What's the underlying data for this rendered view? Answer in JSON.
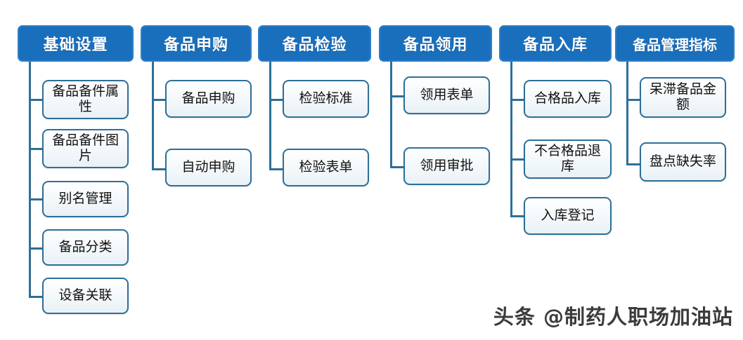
{
  "diagram": {
    "type": "org-tree",
    "orientation": "horizontal-columns",
    "colors": {
      "header_fill": "#1a6fbd",
      "header_border": "#2e7fc7",
      "header_text": "#ffffff",
      "leaf_fill": "#f2f7fa",
      "leaf_border": "#2d6f99",
      "leaf_text": "#111111",
      "connector": "#2d6f99",
      "background": "#ffffff"
    },
    "columns": [
      {
        "id": "col-basic-settings",
        "header": "基础设置",
        "children": [
          {
            "label": "备品备件属性"
          },
          {
            "label": "备品备件图片"
          },
          {
            "label": "别名管理"
          },
          {
            "label": "备品分类"
          },
          {
            "label": "设备关联"
          }
        ]
      },
      {
        "id": "col-purchase-request",
        "header": "备品申购",
        "children": [
          {
            "label": "备品申购"
          },
          {
            "label": "自动申购"
          }
        ]
      },
      {
        "id": "col-inspection",
        "header": "备品检验",
        "children": [
          {
            "label": "检验标准"
          },
          {
            "label": "检验表单"
          }
        ]
      },
      {
        "id": "col-requisition",
        "header": "备品领用",
        "children": [
          {
            "label": "领用表单"
          },
          {
            "label": "领用审批"
          }
        ]
      },
      {
        "id": "col-warehousing",
        "header": "备品入库",
        "children": [
          {
            "label": "合格品入库"
          },
          {
            "label": "不合格品退库"
          },
          {
            "label": "入库登记"
          }
        ]
      },
      {
        "id": "col-management-kpi",
        "header": "备品管理指标",
        "children": [
          {
            "label": "呆滞备品金额"
          },
          {
            "label": "盘点缺失率"
          }
        ]
      }
    ]
  },
  "watermark": {
    "text": "头条 @制药人职场加油站"
  }
}
